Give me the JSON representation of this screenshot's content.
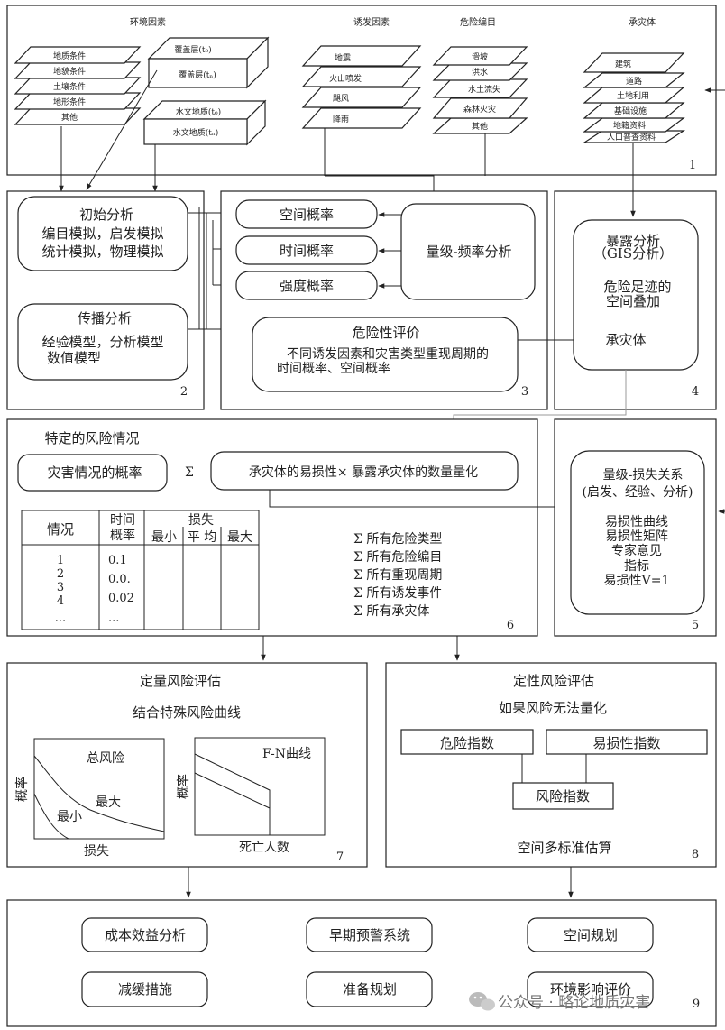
{
  "p1": {
    "h_env": "环境因素",
    "h_trig": "诱发因素",
    "h_inv": "危险编目",
    "h_el": "承灾体",
    "env_layers": [
      "地质条件",
      "地貌条件",
      "土壤条件",
      "地形条件",
      "其他"
    ],
    "cover_a": "覆盖层(t₀)",
    "cover_b": "覆盖层(tₙ)",
    "hydro_a": "水文地质(t₀)",
    "hydro_b": "水文地质(tₙ)",
    "trig_layers": [
      "地震",
      "火山喷发",
      "飓风",
      "降雨"
    ],
    "inv_layers": [
      "滑坡",
      "洪水",
      "水土流失",
      "森林火灾",
      "其他"
    ],
    "el_layers": [
      "建筑",
      "道路",
      "土地利用",
      "基础设施",
      "地籍资料",
      "人口普查资料"
    ],
    "num": "1"
  },
  "p2": {
    "initial_title": "初始分析",
    "initial_l1": "编目模拟，启发模拟",
    "initial_l2": "统计模拟，物理模拟",
    "prop_title": "传播分析",
    "prop_l1": "经验模型，分析模型",
    "prop_l2": "数值模型",
    "num": "2"
  },
  "p3": {
    "spatial": "空间概率",
    "temporal": "时间概率",
    "intensity": "强度概率",
    "mag_freq": "量级-频率分析",
    "hazard_title": "危险性评价",
    "hazard_l1": "不同诱发因素和灾害类型重现周期的",
    "hazard_l2": "时间概率、空间概率",
    "num": "3"
  },
  "p4": {
    "l1": "暴露分析",
    "l2": "（GIS分析）",
    "l3": "危险足迹的",
    "l4": "空间叠加",
    "l5": "承灾体",
    "num": "4"
  },
  "p5": {
    "l1": "量级-损失关系",
    "l2": "(启发、经验、分析)",
    "l3": "易损性曲线",
    "l4": "易损性矩阵",
    "l5": "专家意见",
    "l6": "指标",
    "l7": "易损性V=1",
    "num": "5"
  },
  "p6": {
    "title": "特定的风险情况",
    "prob_box": "灾害情况的概率",
    "sigma": "Σ",
    "vuln_box": "承灾体的易损性×  暴露承灾体的数量量化",
    "table": {
      "h_case": "情况",
      "h_tp1": "时间",
      "h_tp2": "概率",
      "h_loss": "损失",
      "h_min": "最小",
      "h_avg": "平 均",
      "h_max": "最大",
      "cases": [
        "1",
        "2",
        "3",
        "4",
        "..."
      ],
      "probs": [
        "0.1",
        "0.0.",
        "0.02",
        "..."
      ]
    },
    "sums": [
      "Σ 所有危险类型",
      "Σ 所有危险编目",
      "Σ 所有重现周期",
      "Σ 所有诱发事件",
      "Σ 所有承灾体"
    ],
    "num": "6"
  },
  "p7": {
    "title": "定量风险评估",
    "subtitle": "结合特殊风险曲线",
    "c1_ylabel": "概率",
    "c1_xlabel": "损失",
    "c1_total": "总风险",
    "c1_max": "最大",
    "c1_min": "最小",
    "c2_ylabel": "概率",
    "c2_xlabel": "死亡人数",
    "c2_title": "F-N曲线",
    "num": "7"
  },
  "p8": {
    "title": "定性风险评估",
    "subtitle": "如果风险无法量化",
    "hazard_index": "危险指数",
    "vuln_index": "易损性指数",
    "risk_index": "风险指数",
    "footer": "空间多标准估算",
    "num": "8"
  },
  "p9": {
    "items": [
      "成本效益分析",
      "早期预警系统",
      "空间规划",
      "减缓措施",
      "准备规划",
      "环境影响评价"
    ],
    "num": "9"
  },
  "watermark": "公众号 · 略论地质灾害"
}
